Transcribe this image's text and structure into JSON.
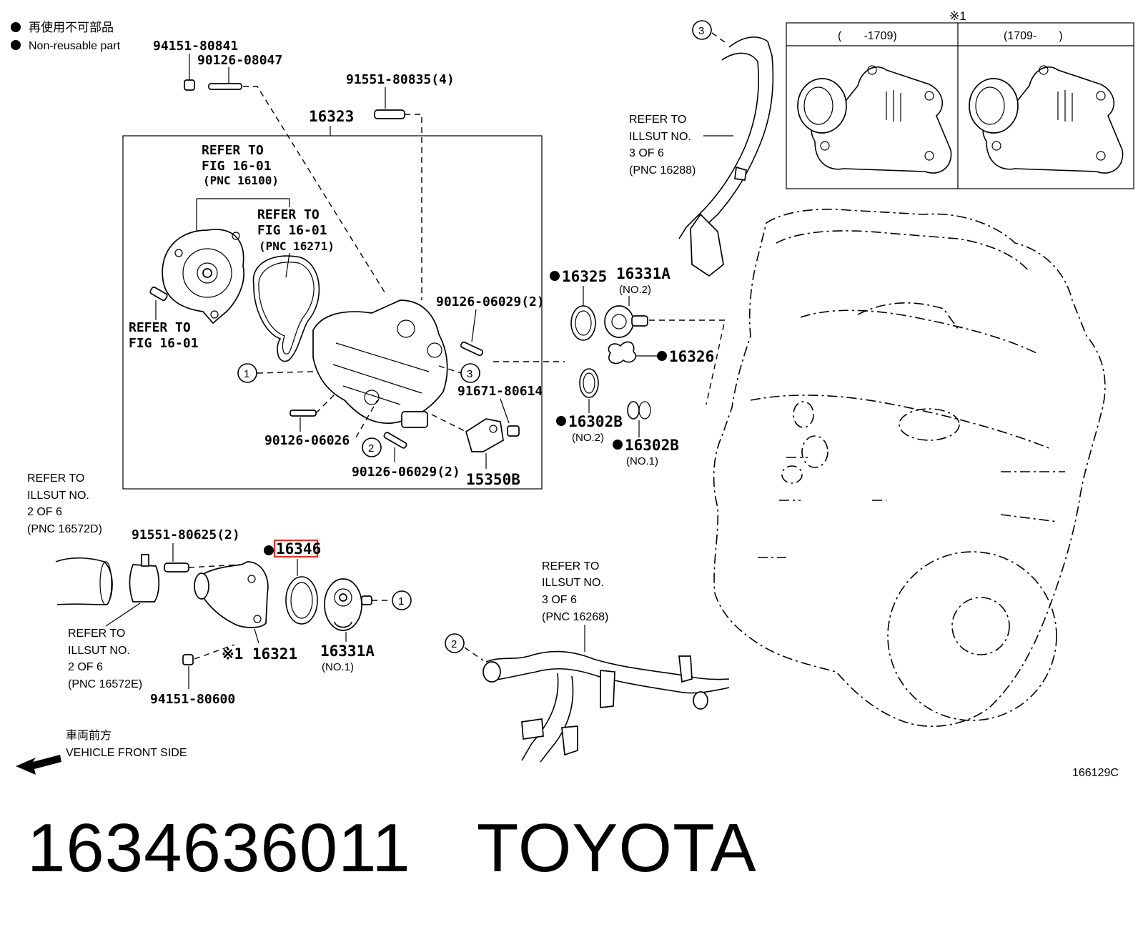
{
  "legend": {
    "jp": "再使用不可部品",
    "en": "Non-reusable part"
  },
  "callouts": {
    "p94151_80841": "94151-80841",
    "p90126_08047": "90126-08047",
    "p91551_80835": "91551-80835(4)",
    "p16323": "16323",
    "refer_fig_a1": "REFER TO",
    "refer_fig_a2": "FIG 16-01",
    "refer_fig_a3": "(PNC 16100)",
    "refer_fig_b1": "REFER TO",
    "refer_fig_b2": "FIG 16-01",
    "refer_fig_b3": "(PNC 16271)",
    "refer_fig_c1": "REFER TO",
    "refer_fig_c2": "FIG 16-01",
    "p90126_06029_top": "90126-06029(2)",
    "p91671_80614": "91671-80614",
    "p90126_06026": "90126-06026",
    "p90126_06029_bot": "90126-06029(2)",
    "p15350B": "15350B",
    "refer_3of6_top_1": "REFER TO",
    "refer_3of6_top_2": "ILLSUT NO.",
    "refer_3of6_top_3": "3 OF 6",
    "refer_3of6_top_4": "(PNC 16288)",
    "p16325": "16325",
    "p16331A_top": "16331A",
    "p16331A_top_sub": "(NO.2)",
    "p16326": "16326",
    "p16302B_a": "16302B",
    "p16302B_a_sub": "(NO.2)",
    "p16302B_b": "16302B",
    "p16302B_b_sub": "(NO.1)",
    "refer_2of6_d_1": "REFER TO",
    "refer_2of6_d_2": "ILLSUT NO.",
    "refer_2of6_d_3": "2 OF 6",
    "refer_2of6_d_4": "(PNC 16572D)",
    "p91551_80625": "91551-80625(2)",
    "p16346": "16346",
    "p16321": "※1 16321",
    "p16331A_bot": "16331A",
    "p16331A_bot_sub": "(NO.1)",
    "refer_2of6_e_1": "REFER TO",
    "refer_2of6_e_2": "ILLSUT NO.",
    "refer_2of6_e_3": "2 OF 6",
    "refer_2of6_e_4": "(PNC 16572E)",
    "p94151_80600": "94151-80600",
    "refer_3of6_bot_1": "REFER TO",
    "refer_3of6_bot_2": "ILLSUT NO.",
    "refer_3of6_bot_3": "3 OF 6",
    "refer_3of6_bot_4": "(PNC 16268)",
    "front_jp": "車両前方",
    "front_en": "VEHICLE FRONT SIDE",
    "figure_id": "166129C"
  },
  "inset": {
    "mark": "※1",
    "col_left": "(       -1709)",
    "col_right": "(1709-       )"
  },
  "circle_refs": [
    "1",
    "2",
    "3"
  ],
  "highlight_color": "#e0312e",
  "footer": {
    "part_number": "1634636011",
    "brand": "TOYOTA"
  }
}
